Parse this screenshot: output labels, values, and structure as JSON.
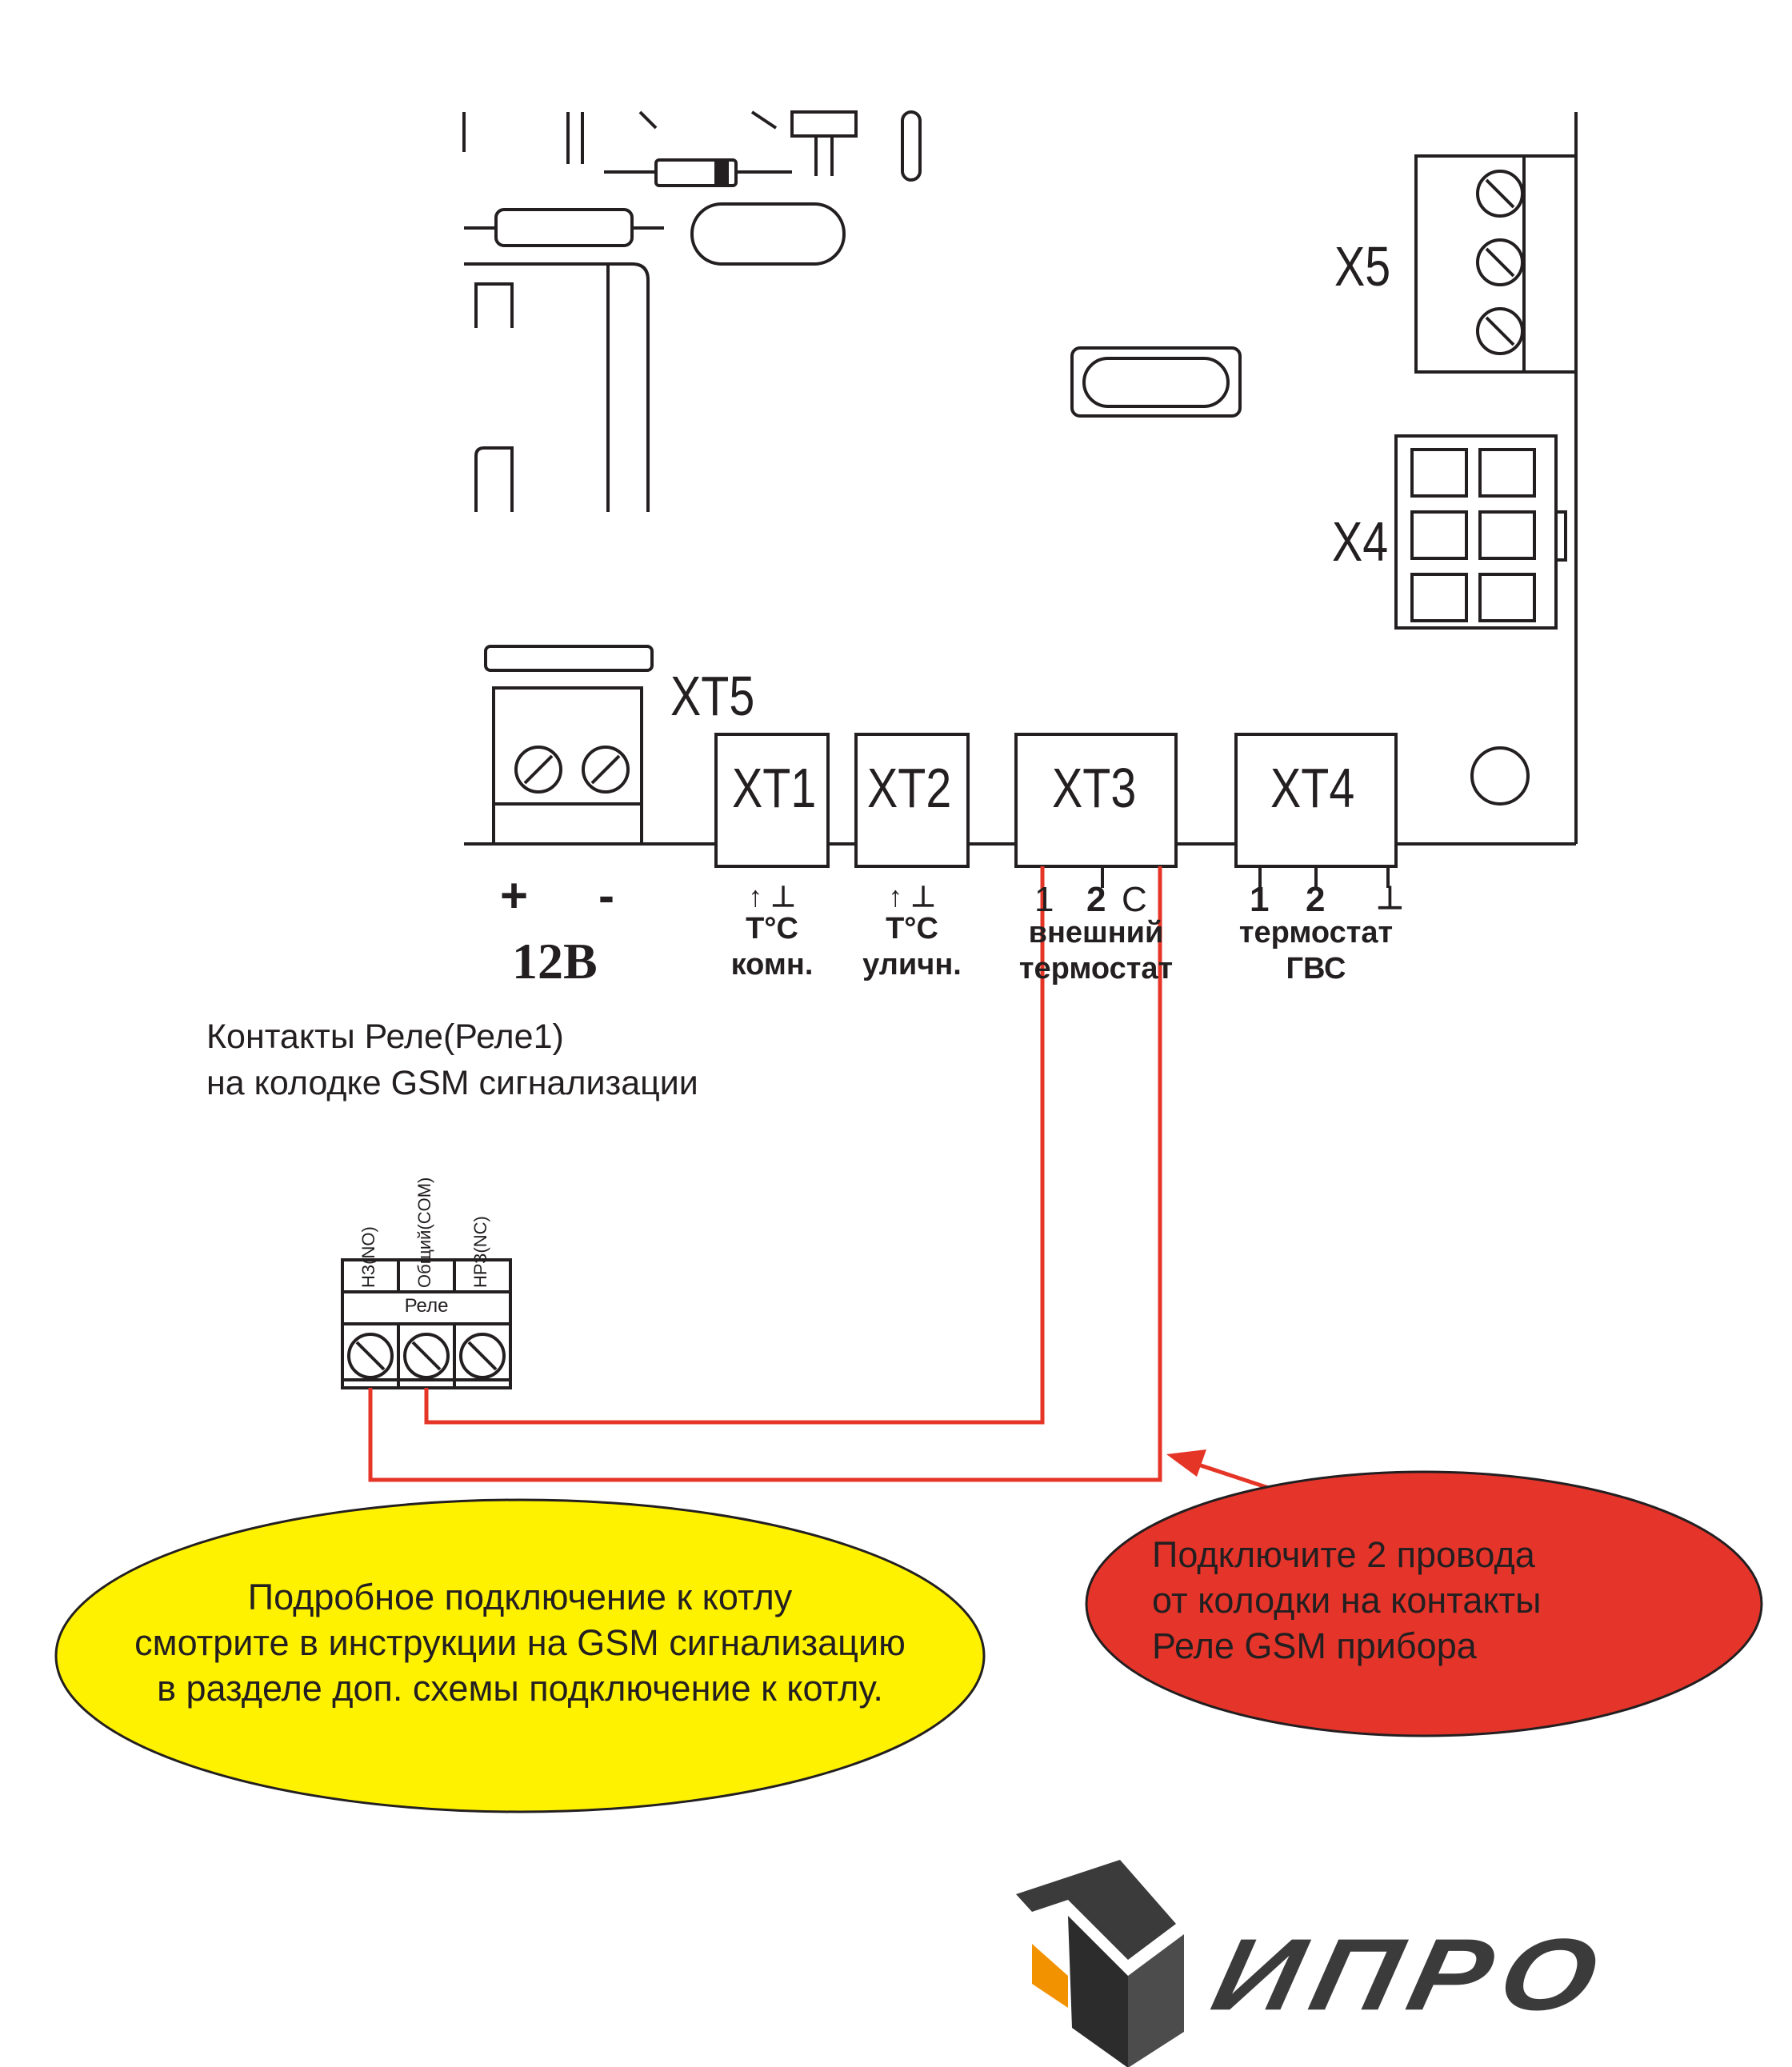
{
  "board": {
    "x5": "X5",
    "x4": "X4",
    "xt5": "XT5",
    "xt1": "XT1",
    "xt2": "XT2",
    "xt3": "XT3",
    "xt4": "XT4"
  },
  "terminals": {
    "power_plus": "+",
    "power_minus": "-",
    "power_label": "12В",
    "xt1_pins": "↑ ⊥",
    "xt1_line1": "T°C",
    "xt1_line2": "комн.",
    "xt2_pins": "↑ ⊥",
    "xt2_line1": "T°C",
    "xt2_line2": "уличн.",
    "xt3_pin1": "1",
    "xt3_pin2": "2",
    "xt3_pinc": "C",
    "xt3_line1": "внешний",
    "xt3_line2": "термостат",
    "xt4_pin1": "1",
    "xt4_pin2": "2",
    "xt4_pin3": "⊥",
    "xt4_line1": "термостат",
    "xt4_line2": "ГВС"
  },
  "gsm": {
    "title_line1": "Контакты Реле(Реле1)",
    "title_line2": "на колодке GSM сигнализации",
    "no": "НЗ(NO)",
    "com": "Общий(COM)",
    "nc": "НРЗ(NC)",
    "relay": "Реле"
  },
  "notes": {
    "yellow_line1": "Подробное подключение к котлу",
    "yellow_line2": "смотрите в инструкции на GSM сигнализацию",
    "yellow_line3": "в разделе доп. схемы подключение к котлу.",
    "red_line1": "Подключите 2 провода",
    "red_line2": "от колодки на контакты",
    "red_line3": "Реле GSM прибора"
  },
  "logo": {
    "text": "ИПРО"
  },
  "colors": {
    "wire": "#e53527",
    "yellow_note": "#fff200",
    "red_note": "#e5352b",
    "logo_dark": "#3c3b3c",
    "logo_accent": "#f39200"
  }
}
